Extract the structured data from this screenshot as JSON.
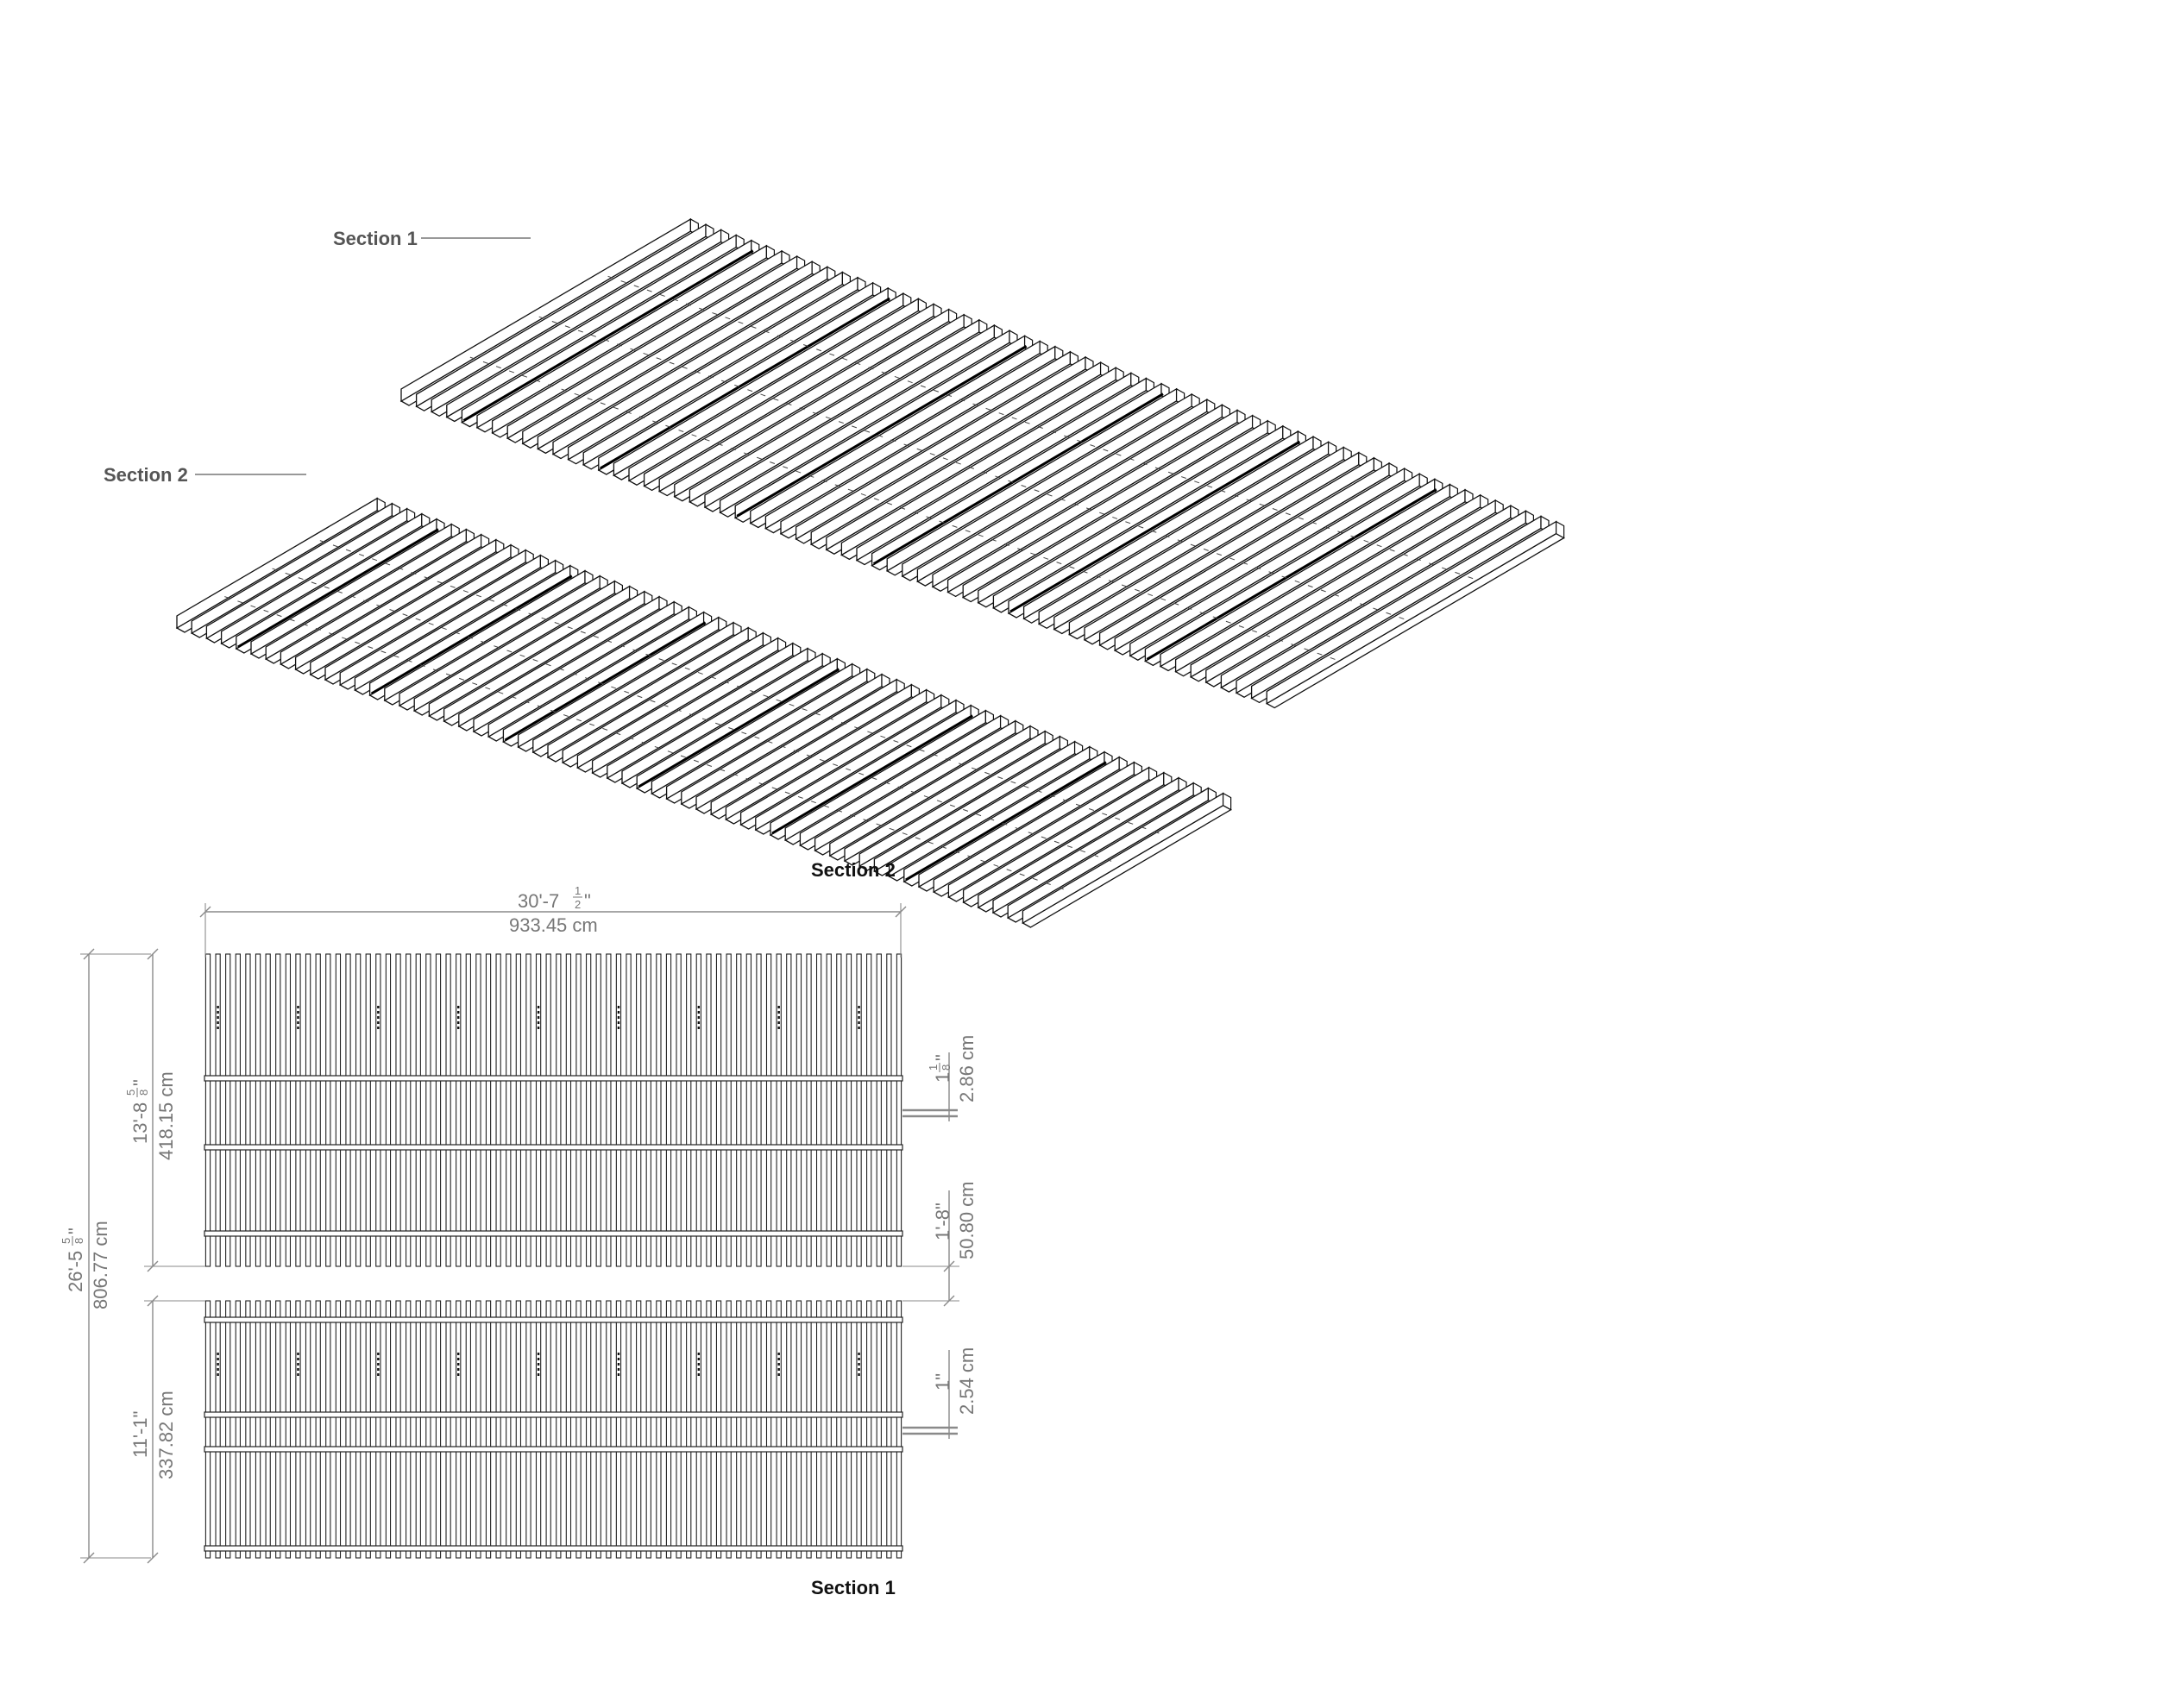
{
  "iso_labels": {
    "section1": "Section 1",
    "section2": "Section 2"
  },
  "plan": {
    "section2_title": "Section 2",
    "section1_title": "Section 1",
    "overall_width": {
      "imperial_main": "30'-7",
      "imperial_num": "1",
      "imperial_den": "2",
      "imperial_tail": "\"",
      "metric": "933.45 cm"
    },
    "overall_depth": {
      "imperial_main": "26'-5",
      "imperial_num": "5",
      "imperial_den": "8",
      "imperial_tail": "\"",
      "metric": "806.77 cm"
    },
    "section2_depth": {
      "imperial_main": "13'-8",
      "imperial_num": "5",
      "imperial_den": "8",
      "imperial_tail": "\"",
      "metric": "418.15 cm"
    },
    "section1_depth": {
      "imperial": "11'-1\"",
      "metric": "337.82 cm"
    },
    "slat_thickness_s2": {
      "imperial_main": "1",
      "imperial_num": "1",
      "imperial_den": "8",
      "imperial_tail": "\"",
      "metric": "2.86 cm"
    },
    "gap": {
      "imperial": "1'-8\"",
      "metric": "50.80 cm"
    },
    "slat_thickness_s1": {
      "imperial": "1\"",
      "metric": "2.54 cm"
    }
  }
}
